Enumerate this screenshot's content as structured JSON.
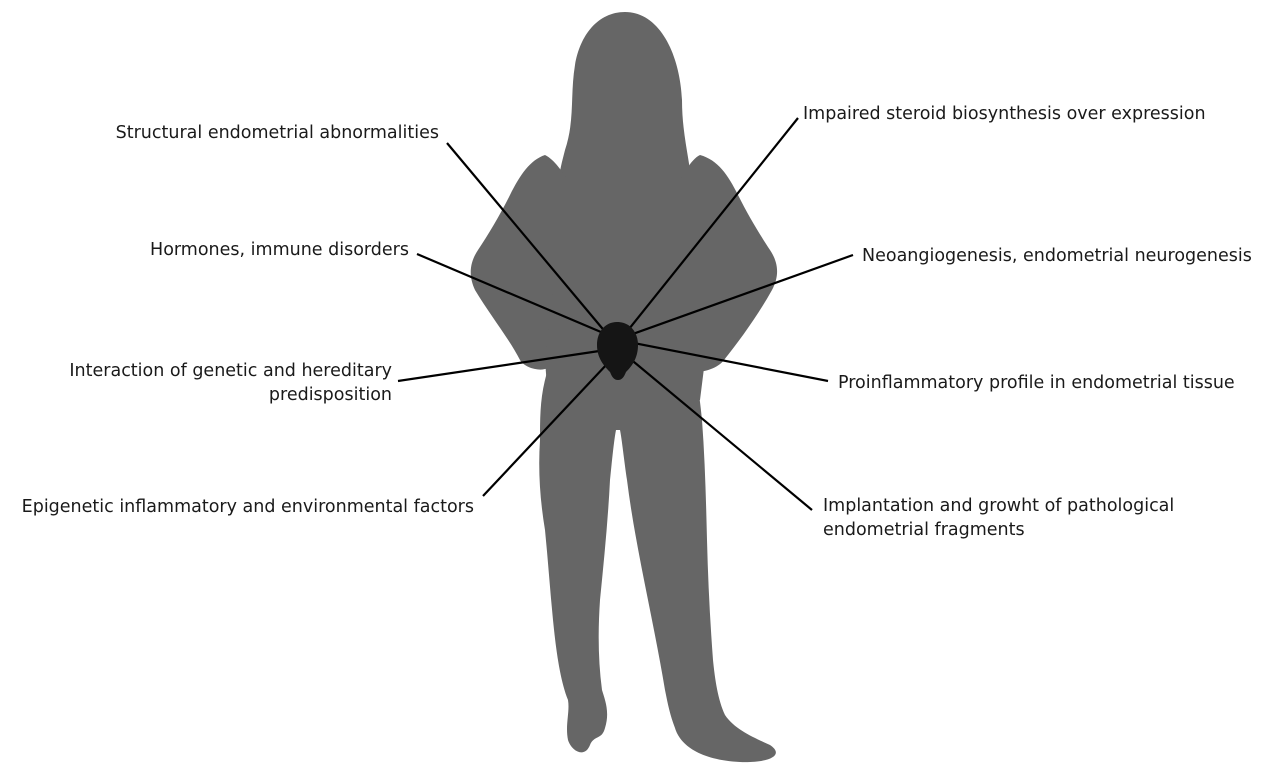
{
  "colors": {
    "background": "#ffffff",
    "silhouette": "#666666",
    "uterus": "#151515",
    "connector_lines": "#000000",
    "text": "#1a1a1a"
  },
  "figure": {
    "silhouette": "woman-silhouette",
    "center_marker": "uterus-shape"
  },
  "factors_left": [
    {
      "lines": [
        "Structural endometrial abnormalities"
      ]
    },
    {
      "lines": [
        "Hormones, immune disorders"
      ]
    },
    {
      "lines": [
        "Interaction of genetic and hereditary",
        "predisposition"
      ]
    },
    {
      "lines": [
        "Epigenetic inflammatory and environmental factors"
      ]
    }
  ],
  "factors_right": [
    {
      "lines": [
        "Impaired steroid biosynthesis over expression"
      ]
    },
    {
      "lines": [
        "Neoangiogenesis, endometrial neurogenesis"
      ]
    },
    {
      "lines": [
        "Proinflammatory profile in endometrial tissue"
      ]
    },
    {
      "lines": [
        "Implantation and growht of pathological",
        "endometrial fragments"
      ]
    }
  ]
}
